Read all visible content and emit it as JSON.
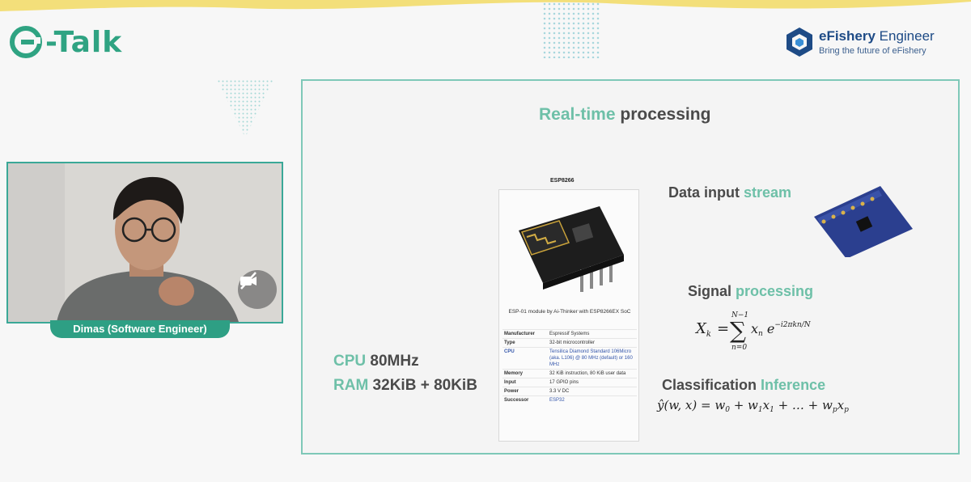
{
  "header": {
    "logo_text": "-Talk",
    "brand_name_bold": "eFishery",
    "brand_name_rest": " Engineer",
    "brand_tagline": "Bring the future of eFishery"
  },
  "webcam": {
    "name_tag": "Dimas (Software Engineer)"
  },
  "slide": {
    "title_accent": "Real-time",
    "title_rest": " processing",
    "esp_caption": "ESP8266",
    "esp_description": "ESP-01 module by Ai-Thinker with ESP8266EX SoC",
    "esp_specs": [
      {
        "key": "Manufacturer",
        "value": "Espressif Systems"
      },
      {
        "key": "Type",
        "value": "32-bit microcontroller"
      },
      {
        "key": "CPU",
        "value": "Tensilica Diamond Standard 106Micro (aka. L106) @ 80 MHz (default) or 160 MHz"
      },
      {
        "key": "Memory",
        "value": "32 KiB instruction, 80 KiB user data"
      },
      {
        "key": "Input",
        "value": "17 GPIO pins"
      },
      {
        "key": "Power",
        "value": "3.3 V DC"
      },
      {
        "key": "Successor",
        "value": "ESP32"
      }
    ],
    "cpu_label": "CPU",
    "cpu_value": " 80MHz",
    "ram_label": "RAM",
    "ram_value": " 32KiB + 80KiB",
    "data_input_rest": "Data input ",
    "data_input_accent": "stream",
    "signal_rest": "Signal ",
    "signal_accent": "processing",
    "classification_rest": "Classification ",
    "classification_accent": "Inference",
    "colors": {
      "accent_green": "#6ec0a8",
      "brand_teal": "#2fa382",
      "brand_blue": "#1e4b86"
    }
  }
}
